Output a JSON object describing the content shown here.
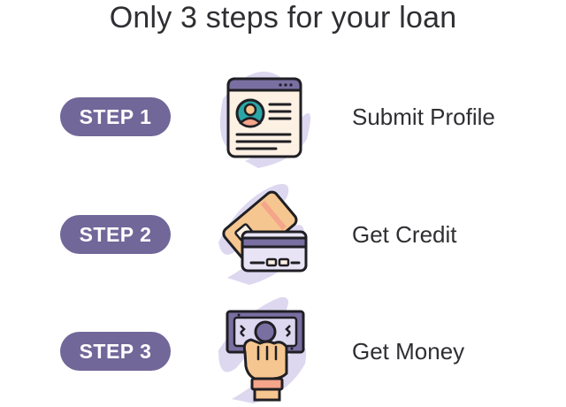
{
  "title": "Only 3 steps for your loan",
  "colors": {
    "pill": "#716799",
    "blob": "#ddd8f0",
    "outline": "#1f1f24",
    "purple": "#7a6fa1",
    "teal": "#2aa6a6",
    "salmon": "#f4a58a",
    "skin": "#f6c690",
    "cream": "#fdf1e4",
    "card_light": "#e8e4f5"
  },
  "steps": [
    {
      "pill": "STEP 1",
      "label": "Submit Profile",
      "icon": "profile-document-icon"
    },
    {
      "pill": "STEP 2",
      "label": "Get Credit",
      "icon": "credit-card-icon"
    },
    {
      "pill": "STEP 3",
      "label": "Get Money",
      "icon": "hand-holding-money-icon"
    }
  ]
}
